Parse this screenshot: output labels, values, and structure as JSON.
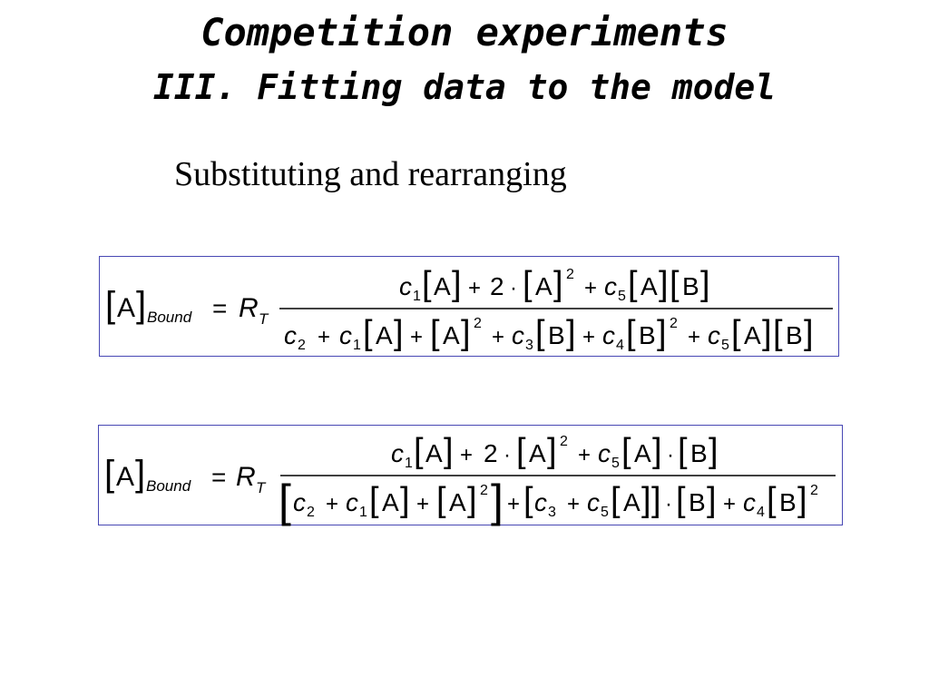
{
  "slide": {
    "title_line1": "Competition experiments",
    "title_line2": "III. Fitting data to the model",
    "subtitle": "Substituting and rearranging"
  },
  "equations": {
    "common": {
      "A": "A",
      "B": "B",
      "lb": "[",
      "rb": "]",
      "bound": "Bound",
      "R": "R",
      "T": "T",
      "eq": "=",
      "plus": "+",
      "dot": "·",
      "two": "2",
      "c": "c",
      "sub1": "1",
      "sub2": "2",
      "sub3": "3",
      "sub4": "4",
      "sub5": "5",
      "sq": "2"
    }
  },
  "colors": {
    "box_border": "#4848b4",
    "text": "#000000",
    "background": "#ffffff"
  }
}
